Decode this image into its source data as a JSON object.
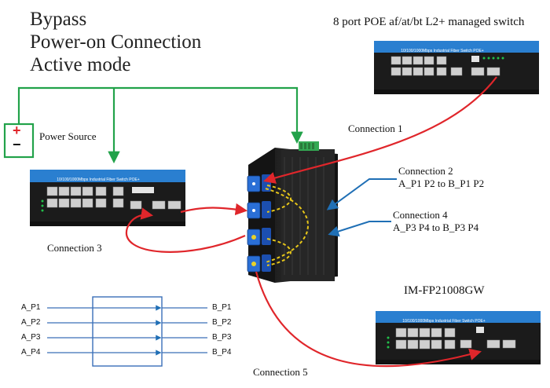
{
  "title_lines": [
    "Bypass",
    "Power-on Connection",
    "Active mode"
  ],
  "switch_top_label": "8  port POE af/at/bt L2+ managed switch",
  "power_source_label": "Power Source",
  "power_plus": "+",
  "power_minus": "−",
  "connections": {
    "c1": "Connection 1",
    "c2": "Connection 2",
    "c2_detail": "A_P1 P2 to B_P1 P2",
    "c3": "Connection 3",
    "c4": "Connection  4",
    "c4_detail": "A_P3 P4 to B_P3 P4",
    "c5": "Connection 5"
  },
  "device_model": "IM-FP21008GW",
  "switch_banner_text": "10/100/1000Mbps Industrial  Fiber Switch  POE+",
  "port_map": {
    "a_ports": [
      "A_P1",
      "A_P2",
      "A_P3",
      "A_P4"
    ],
    "b_ports": [
      "B_P1",
      "B_P2",
      "B_P3",
      "B_P4"
    ]
  },
  "colors": {
    "power_wire": "#22a24a",
    "fiber_red": "#e0262b",
    "fiber_yellow": "#e6c619",
    "arrow_blue": "#1f6fb5",
    "switch_blue": "#2a7fd0",
    "switch_body": "#1b1b1b"
  }
}
